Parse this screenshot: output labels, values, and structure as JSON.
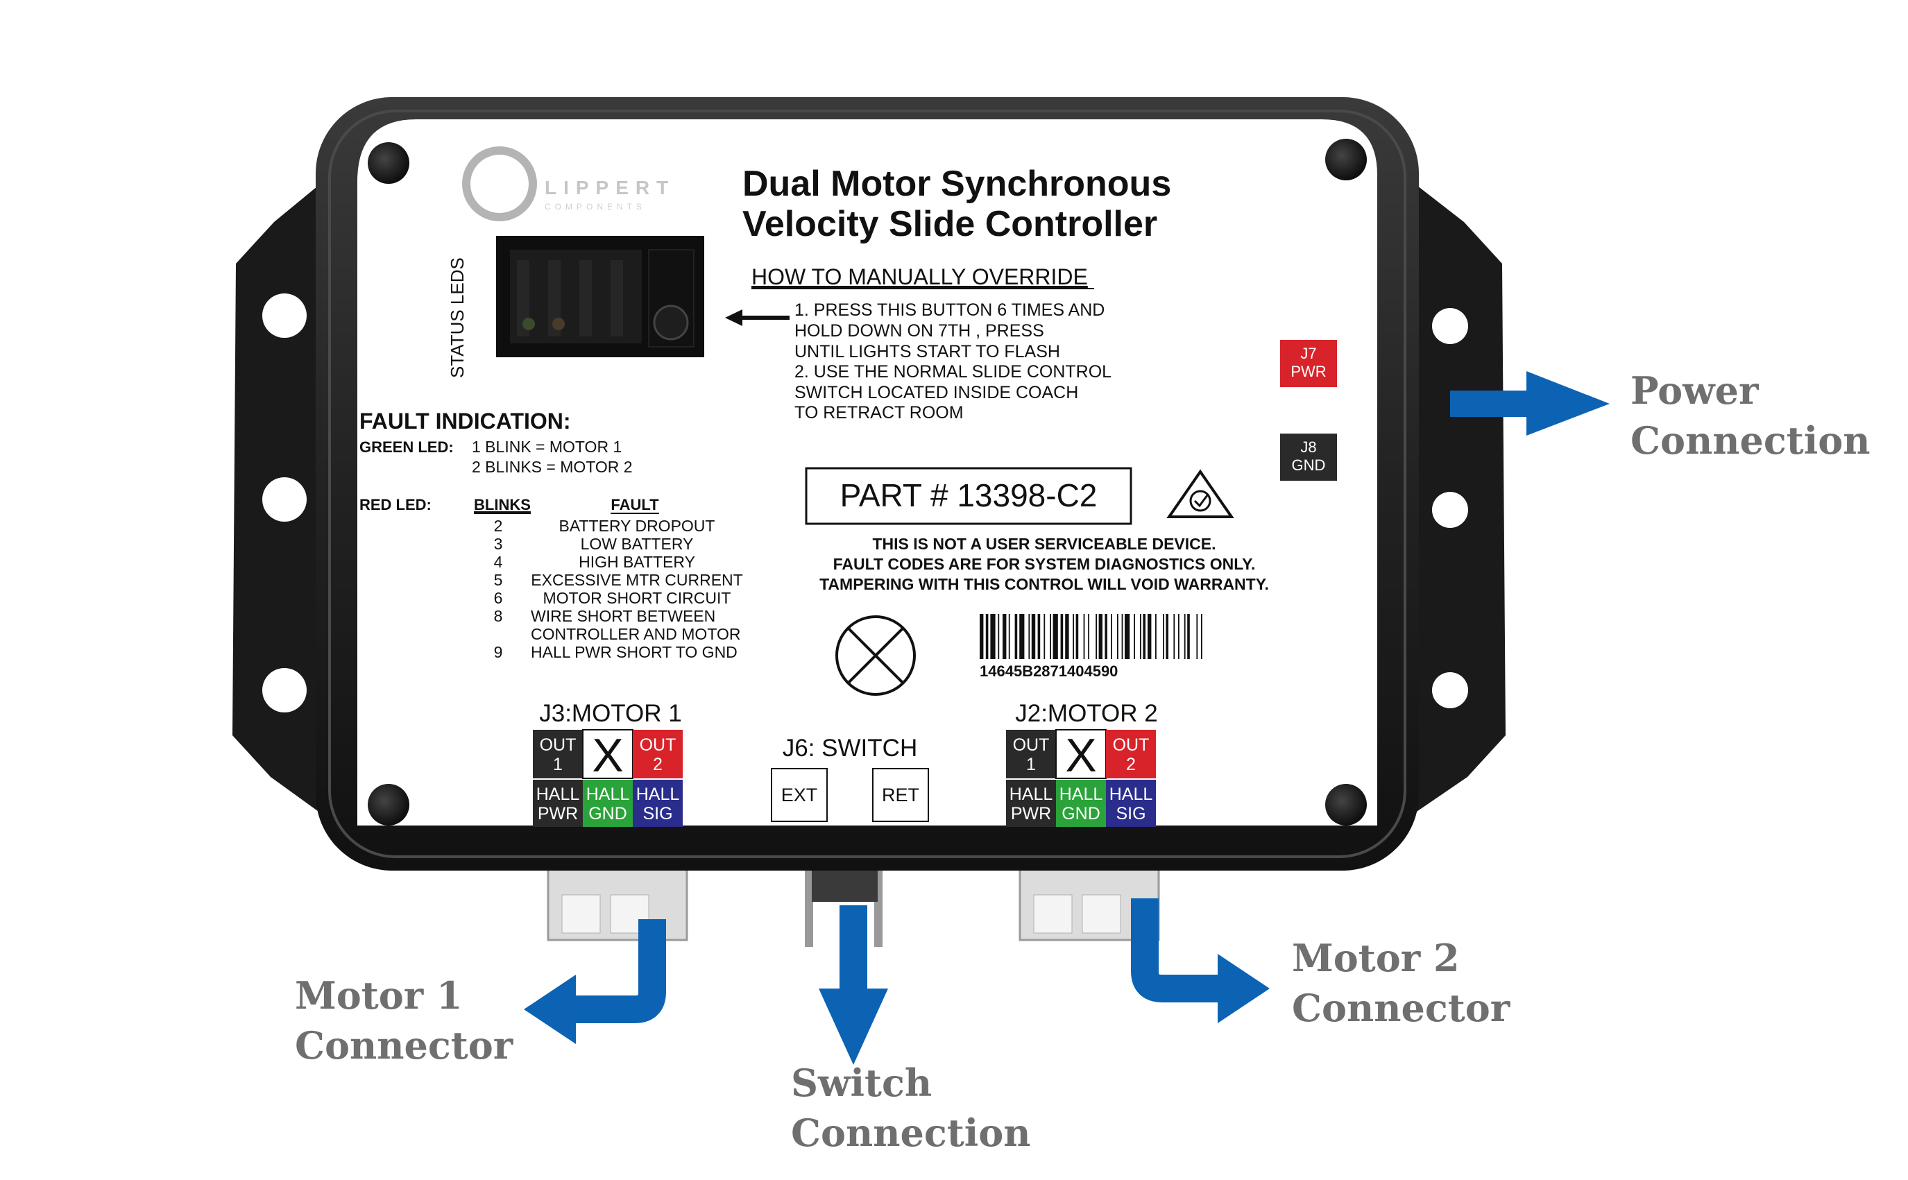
{
  "label": {
    "brand_name": "LIPPERT",
    "brand_sub": "COMPONENTS",
    "title_line1": "Dual Motor Synchronous",
    "title_line2": "Velocity Slide Controller",
    "status_leds": "STATUS LEDS",
    "override_heading": "HOW TO MANUALLY OVERRIDE",
    "override_lines": [
      "1.   PRESS THIS BUTTON 6 TIMES AND",
      "HOLD DOWN ON 7TH , PRESS",
      "UNTIL LIGHTS START TO FLASH",
      "2.   USE THE NORMAL SLIDE CONTROL",
      "SWITCH LOCATED INSIDE COACH",
      "TO RETRACT ROOM"
    ],
    "fault_heading": "FAULT INDICATION:",
    "green_led_label": "GREEN LED:",
    "green_led_lines": [
      "1 BLINK = MOTOR 1",
      "2 BLINKS = MOTOR 2"
    ],
    "red_led_label": "RED LED:",
    "blinks_header": "BLINKS",
    "fault_header": "FAULT",
    "faults": [
      {
        "code": "2",
        "text": "BATTERY DROPOUT"
      },
      {
        "code": "3",
        "text": "LOW BATTERY"
      },
      {
        "code": "4",
        "text": "HIGH BATTERY"
      },
      {
        "code": "5",
        "text": "EXCESSIVE MTR CURRENT"
      },
      {
        "code": "6",
        "text": "MOTOR SHORT CIRCUIT"
      },
      {
        "code": "8",
        "text": "WIRE SHORT BETWEEN"
      },
      {
        "code": "",
        "text": "CONTROLLER AND MOTOR"
      },
      {
        "code": "9",
        "text": "HALL PWR SHORT TO GND"
      }
    ],
    "part_number": "PART # 13398-C2",
    "warning_lines": [
      "THIS IS NOT A USER SERVICEABLE DEVICE.",
      "FAULT CODES ARE FOR SYSTEM DIAGNOSTICS ONLY.",
      "TAMPERING WITH THIS CONTROL WILL VOID WARRANTY."
    ],
    "barcode_number": "14645B2871404590",
    "j7_line1": "J7",
    "j7_line2": "PWR",
    "j8_line1": "J8",
    "j8_line2": "GND",
    "j3_title": "J3:MOTOR 1",
    "j2_title": "J2:MOTOR 2",
    "j6_title": "J6: SWITCH",
    "ext_label": "EXT",
    "ret_label": "RET",
    "pin_x": "X",
    "pins": {
      "out1_a": "OUT",
      "out1_b": "1",
      "out2_a": "OUT",
      "out2_b": "2",
      "hallpwr_a": "HALL",
      "hallpwr_b": "PWR",
      "hallgnd_a": "HALL",
      "hallgnd_b": "GND",
      "hallsig_a": "HALL",
      "hallsig_b": "SIG"
    }
  },
  "callouts": {
    "power": [
      "Power",
      "Connection"
    ],
    "motor1": [
      "Motor 1",
      "Connector"
    ],
    "switch": [
      "Switch",
      "Connection"
    ],
    "motor2": [
      "Motor 2",
      "Connector"
    ]
  },
  "colors": {
    "arrow_blue": "#0c63b4",
    "housing": "#1b1b1b",
    "red_pin": "#d8232a",
    "green_pin": "#2aa33a",
    "blue_pin": "#2a2d8c",
    "black_pin": "#2a2a2a",
    "callout_text": "#6f6f6f"
  }
}
